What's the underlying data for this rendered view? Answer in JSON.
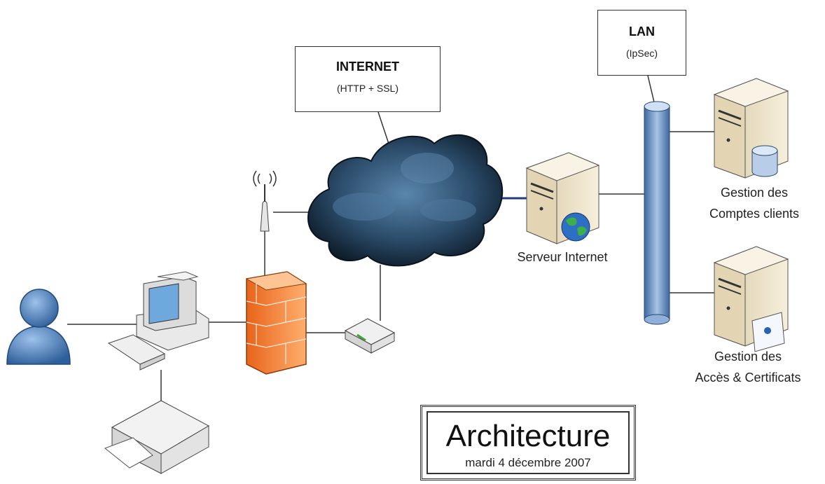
{
  "callouts": {
    "internet": {
      "title": "INTERNET",
      "subtitle": "(HTTP + SSL)"
    },
    "lan": {
      "title": "LAN",
      "subtitle": "(IpSec)"
    }
  },
  "labels": {
    "web_server": "Serveur Internet",
    "accounts_line1": "Gestion des",
    "accounts_line2": "Comptes clients",
    "access_line1": "Gestion des",
    "access_line2": "Accès & Certificats"
  },
  "title_block": {
    "title": "Architecture",
    "date": "mardi 4 décembre 2007"
  },
  "colors": {
    "cloud": "#1e3a52",
    "firewall": "#f07a2a",
    "user": "#4a7fbf",
    "pipe": "#6f95c2",
    "server": "#e8dcc0",
    "lines": "#333333"
  },
  "icons": [
    "user-icon",
    "workstation-icon",
    "keyboard-icon",
    "printer-icon",
    "firewall-icon",
    "wireless-antenna-icon",
    "cloud-icon",
    "router-icon",
    "server-icon",
    "globe-icon",
    "database-icon",
    "certificate-icon",
    "lan-bus-icon"
  ]
}
